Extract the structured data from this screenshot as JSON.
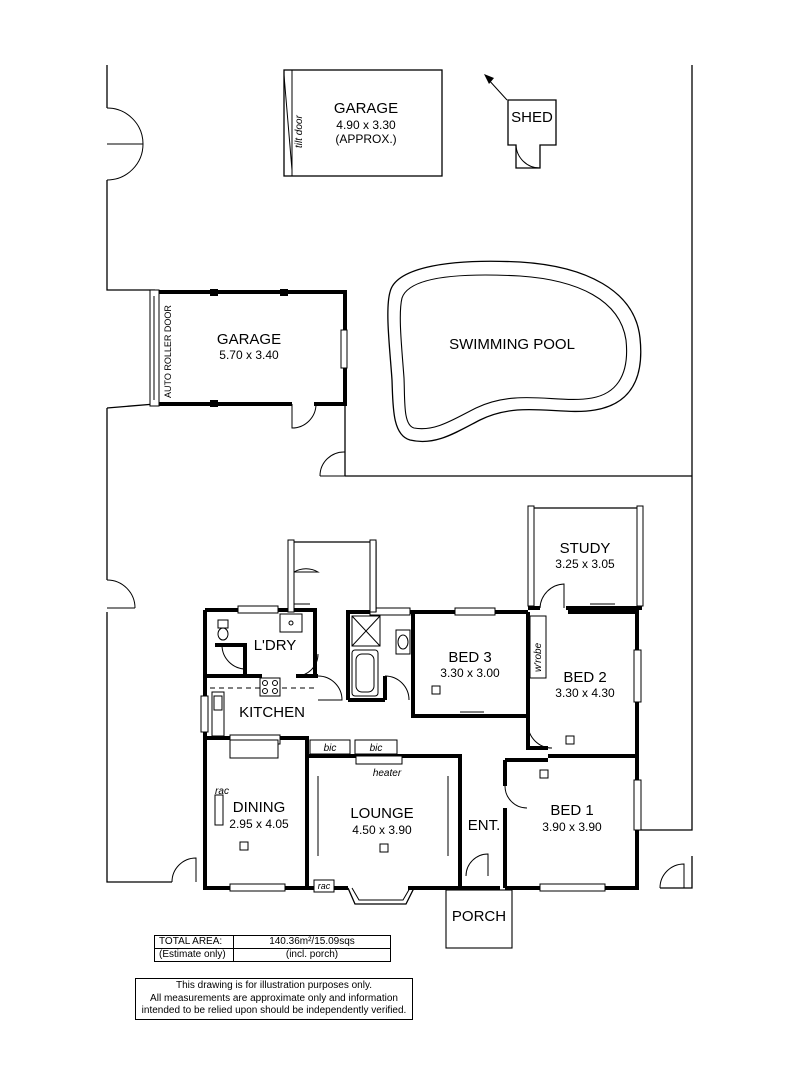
{
  "rooms": {
    "garage_rear": {
      "name": "GARAGE",
      "dims": "4.90 x 3.30",
      "note": "(APPROX.)",
      "door": "tilt door"
    },
    "shed": {
      "name": "SHED"
    },
    "garage": {
      "name": "GARAGE",
      "dims": "5.70 x 3.40",
      "door": "AUTO ROLLER DOOR"
    },
    "pool": {
      "name": "SWIMMING POOL"
    },
    "study": {
      "name": "STUDY",
      "dims": "3.25 x 3.05"
    },
    "laundry": {
      "name": "L'DRY"
    },
    "bed3": {
      "name": "BED 3",
      "dims": "3.30 x 3.00"
    },
    "bed2": {
      "name": "BED 2",
      "dims": "3.30 x 4.30",
      "wardrobe": "w'robe"
    },
    "kitchen": {
      "name": "KITCHEN"
    },
    "dining": {
      "name": "DINING",
      "dims": "2.95 x 4.05",
      "rac": "rac"
    },
    "lounge": {
      "name": "LOUNGE",
      "dims": "4.50 x 3.90",
      "heater": "heater",
      "bic1": "bic",
      "bic2": "bic",
      "rac": "rac"
    },
    "entry": {
      "name": "ENT."
    },
    "bed1": {
      "name": "BED 1",
      "dims": "3.90 x 3.90"
    },
    "porch": {
      "name": "PORCH"
    }
  },
  "area_table": {
    "row1_label": "TOTAL AREA:",
    "row1_value": "140.36m²/15.09sqs",
    "row2_label": "(Estimate only)",
    "row2_value": "(incl. porch)"
  },
  "disclaimer": {
    "line1": "This drawing is for illustration purposes only.",
    "line2": "All measurements are approximate only and information",
    "line3": "intended to be relied upon should be independently verified."
  }
}
